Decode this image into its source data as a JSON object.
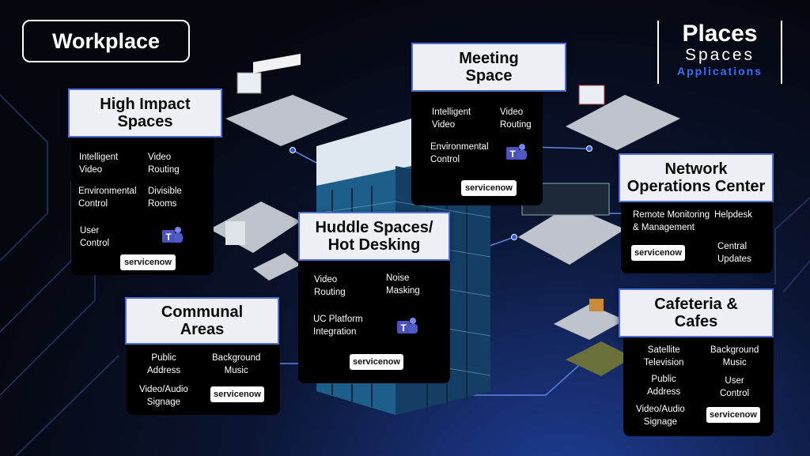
{
  "page": {
    "title": "Workplace"
  },
  "brand": {
    "line1": "Places",
    "line2": "Spaces",
    "line3": "Applications"
  },
  "colors": {
    "accent": "#3a6dff",
    "header_border": "#4d6fd8",
    "panel": "#000000"
  },
  "sections": {
    "high_impact": {
      "title_l1": "High Impact",
      "title_l2": "Spaces",
      "f1_l1": "Intelligent",
      "f1_l2": "Video",
      "f2_l1": "Video",
      "f2_l2": "Routing",
      "f3_l1": "Environmental",
      "f3_l2": "Control",
      "f4_l1": "Divisible",
      "f4_l2": "Rooms",
      "f5_l1": "User",
      "f5_l2": "Control",
      "logo": "servicenow",
      "icon": "teams-icon"
    },
    "meeting": {
      "title_l1": "Meeting",
      "title_l2": "Space",
      "f1_l1": "Intelligent",
      "f1_l2": "Video",
      "f2_l1": "Video",
      "f2_l2": "Routing",
      "f3_l1": "Environmental",
      "f3_l2": "Control",
      "logo": "servicenow",
      "icon": "teams-icon"
    },
    "noc": {
      "title_l1": "Network",
      "title_l2": "Operations Center",
      "f1_l1": "Remote Monitoring",
      "f1_l2": "& Management",
      "f2_l1": "Helpdesk",
      "f3_l1": "Central",
      "f3_l2": "Updates",
      "logo": "servicenow"
    },
    "huddle": {
      "title_l1": "Huddle Spaces/",
      "title_l2": "Hot Desking",
      "f1_l1": "Video",
      "f1_l2": "Routing",
      "f2_l1": "Noise",
      "f2_l2": "Masking",
      "f3_l1": "UC Platform",
      "f3_l2": "Integration",
      "logo": "servicenow",
      "icon": "teams-icon"
    },
    "communal": {
      "title_l1": "Communal",
      "title_l2": "Areas",
      "f1_l1": "Public",
      "f1_l2": "Address",
      "f2_l1": "Background",
      "f2_l2": "Music",
      "f3_l1": "Video/Audio",
      "f3_l2": "Signage",
      "logo": "servicenow"
    },
    "cafeteria": {
      "title_l1": "Cafeteria &",
      "title_l2": "Cafes",
      "f1_l1": "Satellite",
      "f1_l2": "Television",
      "f2_l1": "Background",
      "f2_l2": "Music",
      "f3_l1": "Public",
      "f3_l2": "Address",
      "f4_l1": "User",
      "f4_l2": "Control",
      "f5_l1": "Video/Audio",
      "f5_l2": "Signage",
      "logo": "servicenow"
    }
  }
}
